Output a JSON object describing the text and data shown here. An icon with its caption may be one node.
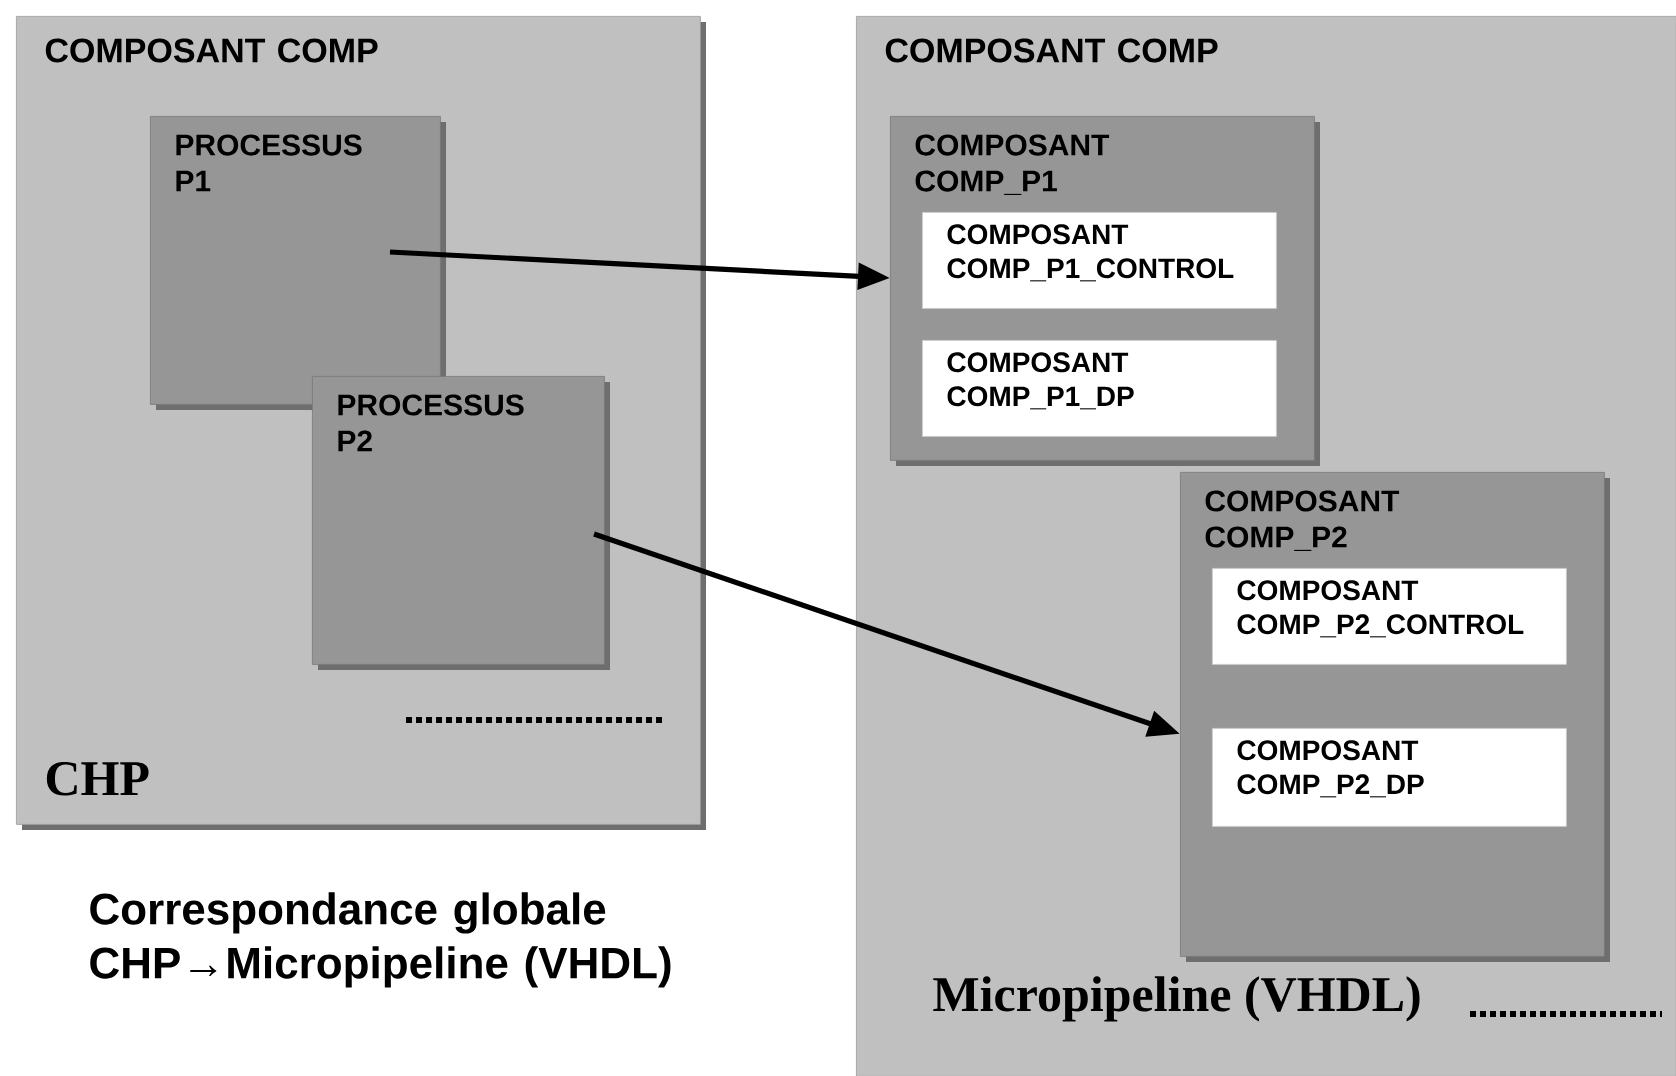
{
  "diagram": {
    "caption": "Correspondance globale CHP→Micropipeline (VHDL)",
    "nodes": [
      {
        "text": [
          "COMPOSANT COMP",
          "CHP"
        ]
      },
      {
        "text": [
          "PROCESSUS P1"
        ],
        "in": 0
      },
      {
        "text": [
          "PROCESSUS P2"
        ],
        "in": 0
      },
      {
        "text": [
          "COMPOSANT COMP",
          "Micropipeline (VHDL)"
        ]
      },
      {
        "text": [
          "COMPOSANT COMP_P1"
        ],
        "in": 3
      },
      {
        "text": [
          "COMPOSANT COMP_P1_CONTROL"
        ],
        "in": 4
      },
      {
        "text": [
          "COMPOSANT COMP_P1_DP"
        ],
        "in": 4
      },
      {
        "text": [
          "COMPOSANT COMP_P2"
        ],
        "in": 3
      },
      {
        "text": [
          "COMPOSANT COMP_P2_CONTROL"
        ],
        "in": 7
      },
      {
        "text": [
          "COMPOSANT COMP_P2_DP"
        ],
        "in": 7
      }
    ],
    "edges": [
      {
        "from": 1,
        "to": 4,
        "arrow": "to"
      },
      {
        "from": 2,
        "to": 7,
        "arrow": "to"
      }
    ]
  }
}
